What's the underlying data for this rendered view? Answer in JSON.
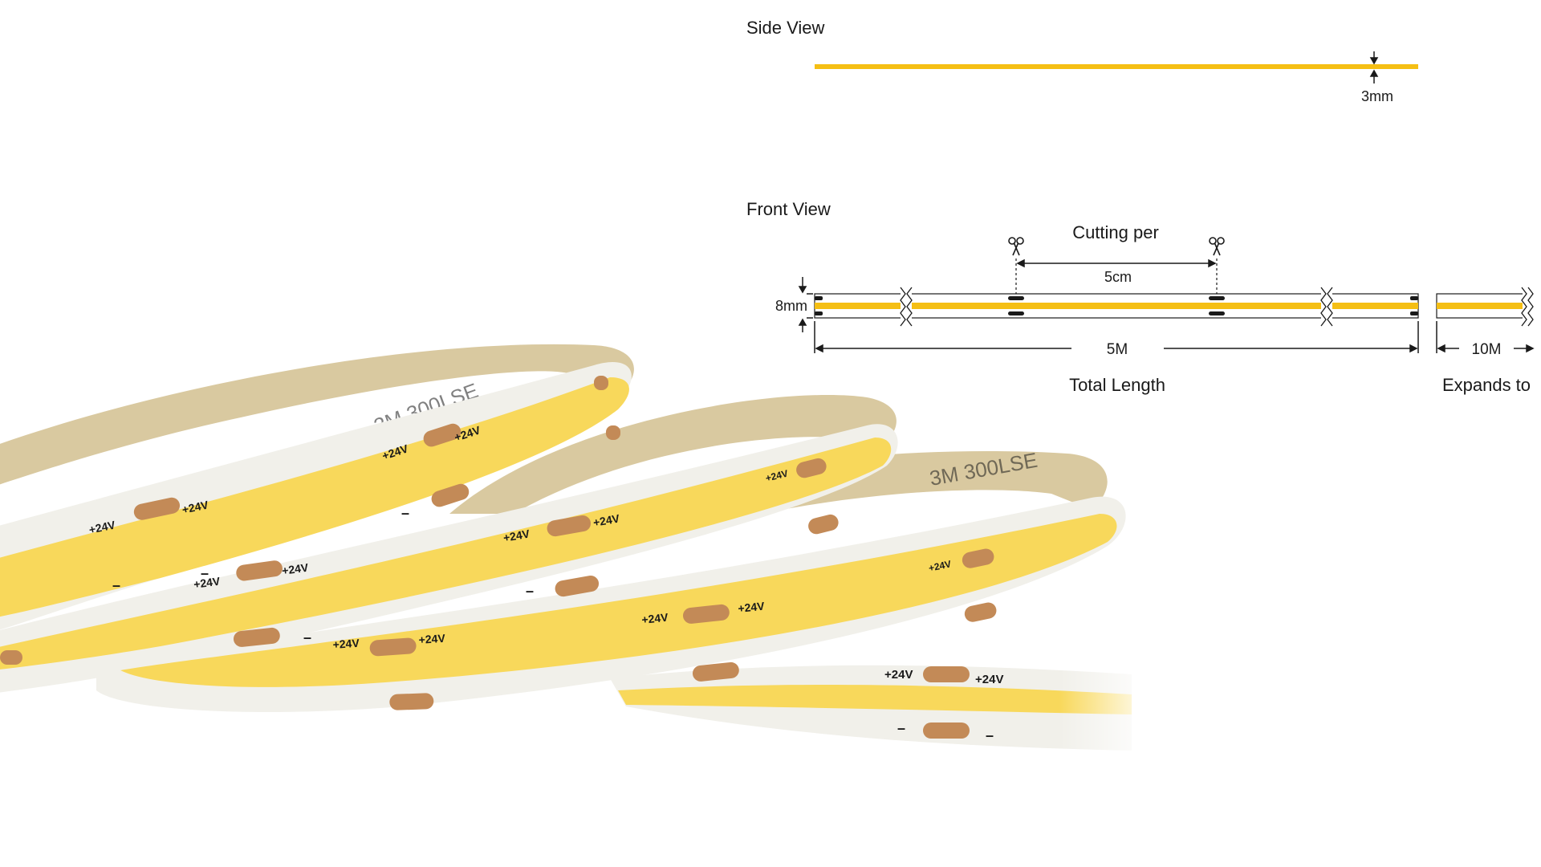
{
  "colors": {
    "strip_yellow": "#f5bf14",
    "led_glow": "#f8dc62",
    "pcb_white": "#f2f1ec",
    "tape_backing": "#d6c7a0",
    "copper_pad": "#c38a57",
    "ink": "#1a1a1a"
  },
  "side_view": {
    "title": "Side View",
    "thickness": "3mm"
  },
  "front_view": {
    "title": "Front View",
    "width": "8mm",
    "cutting_label": "Cutting per",
    "cutting_interval": "5cm",
    "total_length_value": "5M",
    "total_length_label": "Total Length",
    "expand_value": "10M",
    "expand_label": "Expands to",
    "scissors_icon": "scissors-icon"
  },
  "product_photo": {
    "polarity_positive": "+24V",
    "polarity_negative": "–",
    "tape_print": "3M 300LSE"
  }
}
